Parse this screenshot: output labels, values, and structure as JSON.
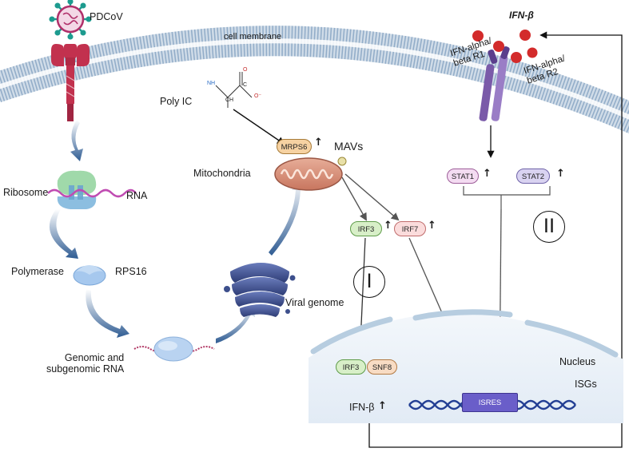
{
  "labels": {
    "pdcov": "PDCoV",
    "cell_membrane": "cell membrane",
    "ifn_beta_top": "IFN-β",
    "receptor1": "IFN-alpha/\nbeta R1",
    "receptor2": "IFN-alpha/\nbeta R2",
    "poly_ic": "Poly IC",
    "mrps6": "MRPS6",
    "mavs": "MAVs",
    "mitochondria": "Mitochondria",
    "ribosome": "Ribosome",
    "rna": "RNA",
    "polymerase": "Polymerase",
    "rps16": "RPS16",
    "viral_genome": "Viral genome",
    "genomic_rna": "Genomic and\nsubgenomic RNA",
    "irf3_upper": "IRF3",
    "irf7": "IRF7",
    "stat1": "STAT1",
    "stat2": "STAT2",
    "pathway_1": "I",
    "pathway_2": "II",
    "nucleus": "Nucleus",
    "irf3_lower": "IRF3",
    "snf8": "SNF8",
    "ifn_beta_bottom": "IFN-β",
    "isres": "ISRES",
    "isgs": "ISGs",
    "nh_label": "NH",
    "c_label": "C",
    "o_label": "O",
    "ch_label": "CH",
    "ominus_label": "O⁻"
  },
  "colors": {
    "membrane": "#a9bfd6",
    "virus_body": "#b0306a",
    "virus_spike": "#1d9b8f",
    "receptor": "#c2314e",
    "mito": "#d59580",
    "golgi": "#3d4f8c",
    "ribosome": "#6cc17a",
    "rna": "#c04cb2",
    "blue_arrow": "#2f5c93",
    "ifn_dot": "#d32b2b",
    "ifnr": "#7a5aa9",
    "irf3_fill": "#d8efc8",
    "irf7_fill": "#fbdcdc",
    "stat1_fill": "#f4dcf2",
    "stat2_fill": "#d9d3f1",
    "snf8_fill": "#f8dcc4",
    "nucleus": "#e9f0f8",
    "dna": "#233f94",
    "isres_fill": "#6a5ec9"
  }
}
